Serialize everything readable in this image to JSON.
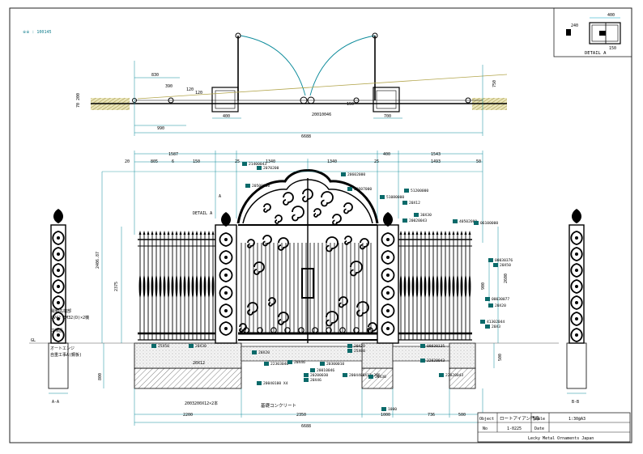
{
  "sheet": {
    "note": "※※ : 100145",
    "detail_a_label": "DETAIL A",
    "detail_a_dims": [
      "400",
      "240",
      "150"
    ],
    "section_labels": {
      "aa": "A-A",
      "bb": "B-B"
    },
    "gl": "GL"
  },
  "plan": {
    "dims": [
      "830",
      "390",
      "120",
      "120",
      "990",
      "400",
      "700",
      "150",
      "750",
      "6688",
      "70 200"
    ],
    "labels": [
      "20010046"
    ]
  },
  "elevation": {
    "top_dims": [
      "20",
      "805",
      "6",
      "150",
      "1587",
      "25",
      "1340",
      "1340",
      "25",
      "400",
      "1543",
      "1493",
      "50"
    ],
    "side_dims": [
      "2406.87",
      "2375",
      "2600",
      "900",
      "500",
      "800"
    ],
    "labels": [
      "DETAIL A",
      "A",
      "電動先端部",
      "GV42 EM32(D)×2機",
      "工場品",
      "オートエンジ",
      "自重工事A(鋼板)",
      "基礎コンクリート",
      "20X12",
      "2003200X12×2本"
    ],
    "part_codes": [
      "21400043",
      "2070200",
      "20602000",
      "51200000",
      "20500000",
      "20607000",
      "51080000",
      "20X12",
      "30X30",
      "20020043",
      "40502000",
      "06100000",
      "00030376",
      "20X50",
      "00030077",
      "20X20",
      "41302044",
      "20X3",
      "25X50",
      "20X30",
      "20X20",
      "22303040",
      "20X46",
      "20010046",
      "20200030",
      "20300010",
      "20X46",
      "20040100 X4",
      "2004400X12×2個",
      "00030135",
      "22820043",
      "22820043",
      "25X80",
      "20X20",
      "20X30",
      "1000"
    ],
    "bottom_dims": [
      "2200",
      "2350",
      "1000",
      "736",
      "500",
      "6688"
    ]
  },
  "title_block": {
    "object_label": "Object",
    "object_value": "ロートアイアン門扉",
    "scale_label": "Scale",
    "scale_value": "1:30@A3",
    "no_label": "No",
    "no_value": "1-0225",
    "date_label": "Date",
    "date_value": "",
    "company": "Lecky Metal Ornaments Japan"
  }
}
